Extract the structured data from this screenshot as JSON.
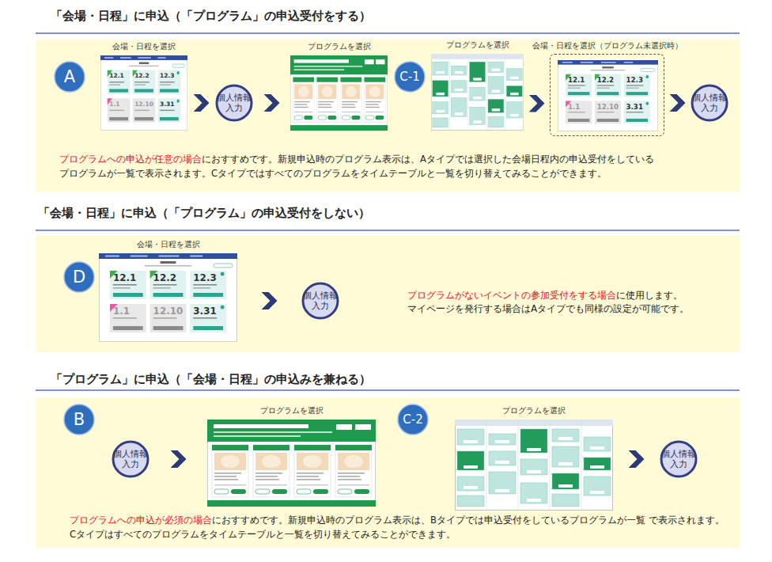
{
  "diagram": {
    "nodes": [
      {
        "text": [
          "「会場・日程」に申込（「プログラム」の申込受付をする）",
          "プログラムへの申込が任意の場合",
          "におすすめです。新規申込時のプログラム表示は、Aタイプでは選択した会場日程内の申込受付をしている プログラムが一覧で表示されます。Cタイプではすべてのプログラムをタイムテーブルと一覧を切り替えてみることができます。"
        ]
      },
      {
        "text": [
          "A"
        ],
        "in": 0
      },
      {
        "text": [
          "会場・日程を選択"
        ],
        "in": 0
      },
      {
        "text": [
          "個人情報 入力"
        ],
        "in": 0
      },
      {
        "text": [
          "プログラムを選択"
        ],
        "in": 0
      },
      {
        "text": [
          "C-1"
        ],
        "in": 0
      },
      {
        "text": [
          "プログラムを選択"
        ],
        "in": 0
      },
      {
        "text": [
          "会場・日程を選択（プログラム未選択時）"
        ],
        "in": 0
      },
      {
        "text": [
          "個人情報 入力"
        ],
        "in": 0
      },
      {
        "text": [
          "「会場・日程」に申込（「プログラム」の申込受付をしない）",
          "プログラムがないイベントの参加受付をする場合",
          "に使用します。 マイページを発行する場合はAタイプでも同様の設定が可能です。"
        ]
      },
      {
        "text": [
          "D"
        ],
        "in": 9
      },
      {
        "text": [
          "会場・日程を選択"
        ],
        "in": 9
      },
      {
        "text": [
          "個人情報 入力"
        ],
        "in": 9
      },
      {
        "text": [
          "「プログラム」に申込（「会場・日程」の申込みを兼ねる）",
          "プログラムへの申込が必須の場合",
          "におすすめです。新規申込時のプログラム表示は、Bタイプでは申込受付をしているプログラムが一覧 で表示されます。Cタイプはすべてのプログラムをタイムテーブルと一覧を切り替えてみることができます。"
        ]
      },
      {
        "text": [
          "B"
        ],
        "in": 13
      },
      {
        "text": [
          "個人情報 入力"
        ],
        "in": 13
      },
      {
        "text": [
          "プログラムを選択"
        ],
        "in": 13
      },
      {
        "text": [
          "C-2"
        ],
        "in": 13
      },
      {
        "text": [
          "プログラムを選択"
        ],
        "in": 13
      },
      {
        "text": [
          "個人情報 入力"
        ],
        "in": 13
      }
    ],
    "edges": [
      {
        "from": 2,
        "to": 3,
        "arrow": "to"
      },
      {
        "from": 3,
        "to": 4,
        "arrow": "to"
      },
      {
        "from": 6,
        "to": 7,
        "arrow": "to"
      },
      {
        "from": 7,
        "to": 8,
        "arrow": "to"
      },
      {
        "from": 11,
        "to": 12,
        "arrow": "to"
      },
      {
        "from": 15,
        "to": 16,
        "arrow": "to"
      },
      {
        "from": 18,
        "to": 19,
        "arrow": "to"
      }
    ],
    "labels": [
      "12.1",
      "12.2",
      "12.3",
      "1.1",
      "12.10",
      "3.31",
      "12.1",
      "12.2",
      "12.3",
      "1.1",
      "12.10",
      "3.31",
      "12.1",
      "12.2",
      "12.3",
      "1.1",
      "12.10",
      "3.31"
    ]
  }
}
